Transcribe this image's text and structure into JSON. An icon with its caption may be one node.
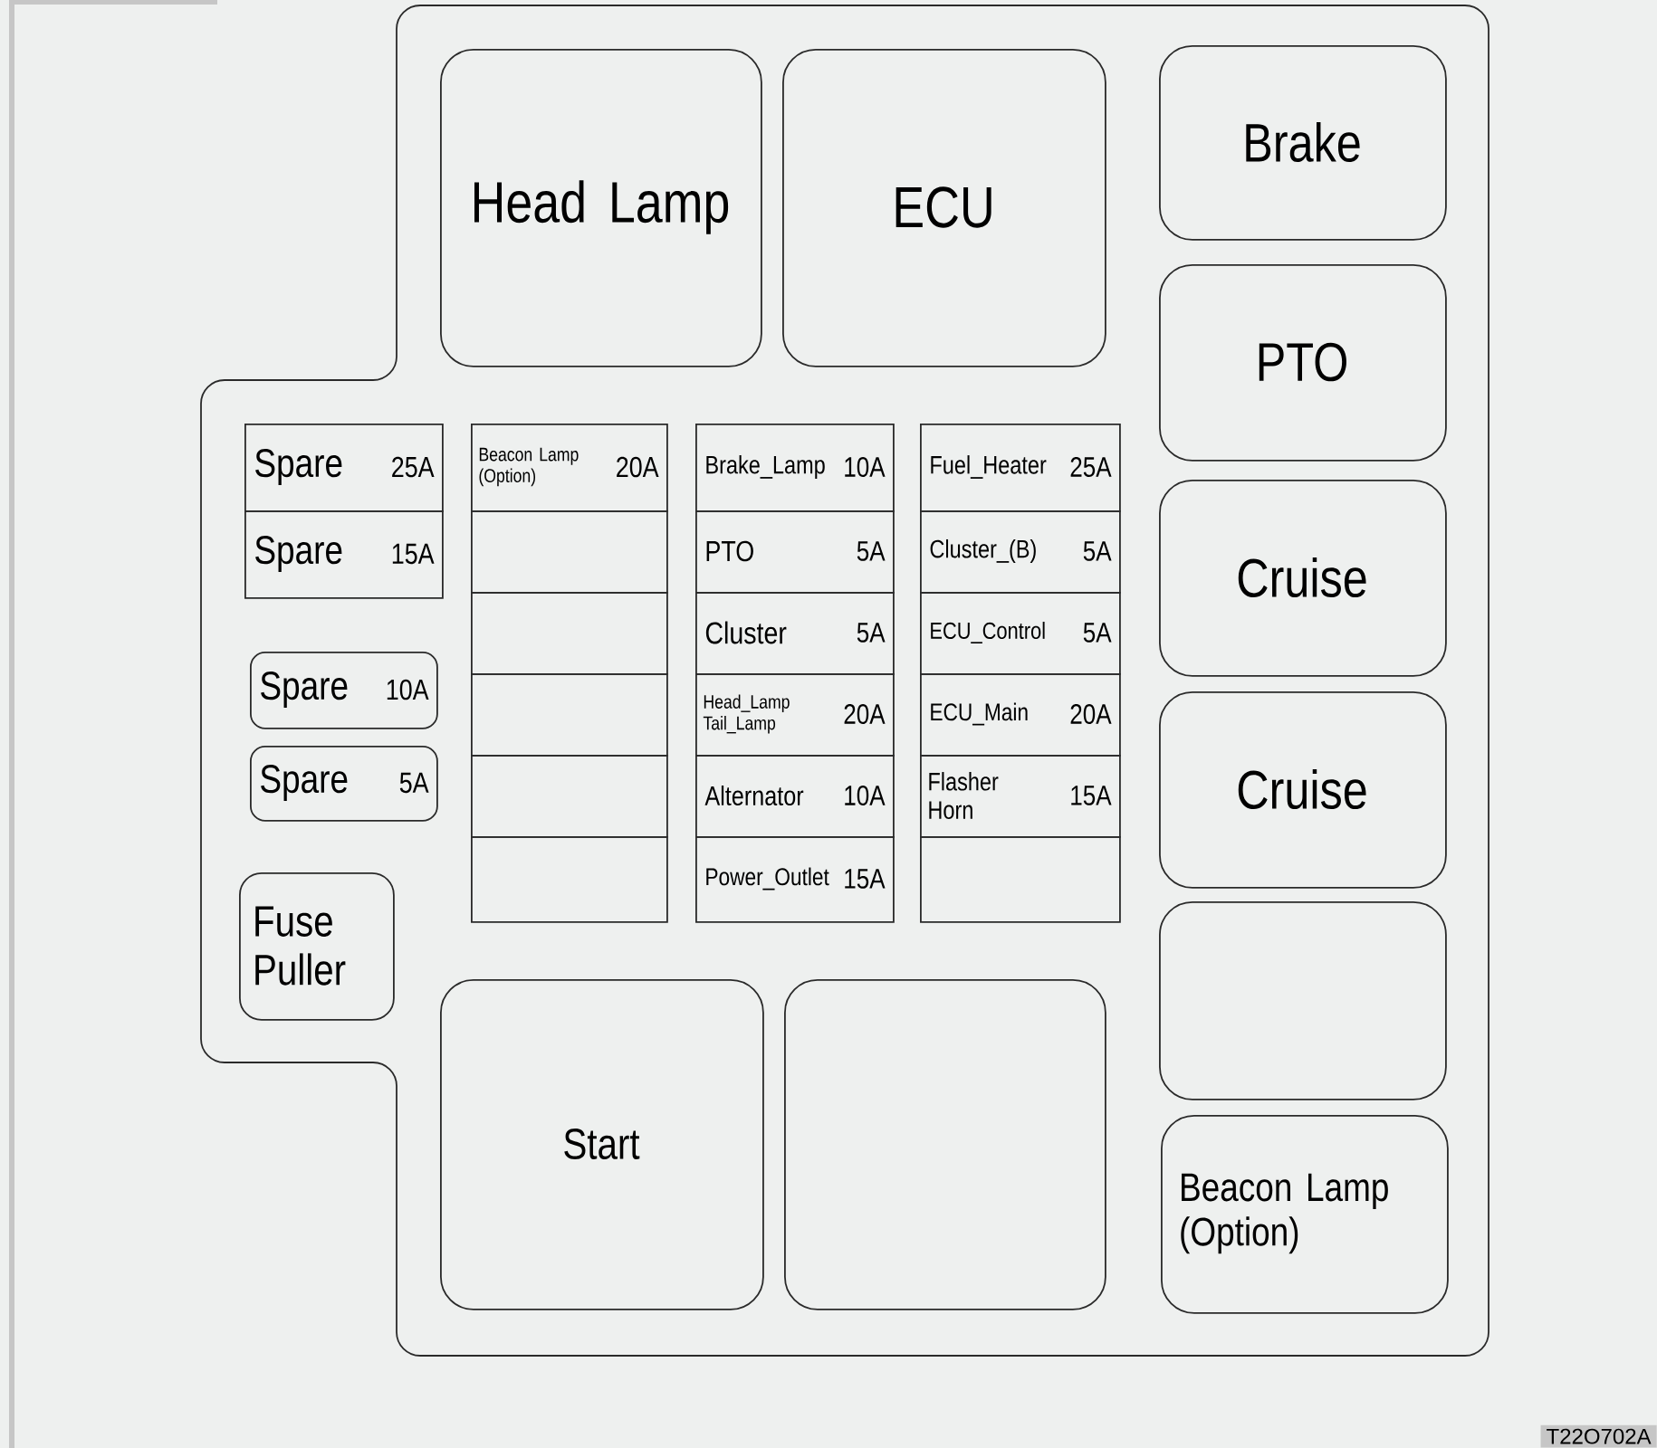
{
  "diagram": {
    "nodes": [
      {
        "text": [
          "Head Lamp"
        ]
      },
      {
        "text": [
          "ECU"
        ]
      },
      {
        "text": [
          "Brake"
        ]
      },
      {
        "text": [
          "PTO"
        ]
      },
      {
        "text": [
          "Cruise"
        ]
      },
      {
        "text": [
          "Cruise"
        ]
      },
      {
        "text": [],
        "shape": "box"
      },
      {
        "text": [
          "Beacon Lamp (Option)"
        ]
      },
      {
        "text": [
          "Spare",
          "25A"
        ]
      },
      {
        "text": [
          "Spare",
          "15A"
        ]
      },
      {
        "text": [
          "Spare",
          "10A"
        ]
      },
      {
        "text": [
          "Spare",
          "5A"
        ]
      },
      {
        "text": [
          "Fuse Puller"
        ]
      },
      {
        "text": [
          "Beacon Lamp (Option)",
          "20A"
        ]
      },
      {
        "text": [],
        "shape": "box"
      },
      {
        "text": [],
        "shape": "box"
      },
      {
        "text": [],
        "shape": "box"
      },
      {
        "text": [],
        "shape": "box"
      },
      {
        "text": [],
        "shape": "box"
      },
      {
        "text": [
          "Brake_Lamp",
          "10A"
        ]
      },
      {
        "text": [
          "PTO",
          "5A"
        ]
      },
      {
        "text": [
          "Cluster",
          "5A"
        ]
      },
      {
        "text": [
          "Head_Lamp Tail_Lamp",
          "20A"
        ]
      },
      {
        "text": [
          "Alternator",
          "10A"
        ]
      },
      {
        "text": [
          "Power_Outlet",
          "15A"
        ]
      },
      {
        "text": [
          "Fuel_Heater",
          "25A"
        ]
      },
      {
        "text": [
          "Cluster_(B)",
          "5A"
        ]
      },
      {
        "text": [
          "ECU_Control",
          "5A"
        ]
      },
      {
        "text": [
          "ECU_Main",
          "20A"
        ]
      },
      {
        "text": [
          "Flasher Horn",
          "15A"
        ]
      },
      {
        "text": [],
        "shape": "box"
      },
      {
        "text": [
          "Start"
        ]
      },
      {
        "text": [],
        "shape": "box"
      }
    ],
    "labels": [
      "T22O702A"
    ]
  }
}
